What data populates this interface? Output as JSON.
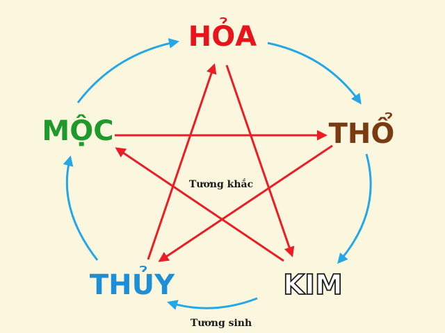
{
  "elements": {
    "hoa": {
      "label": "HỎA",
      "color": "#e8141b"
    },
    "tho": {
      "label": "THỔ",
      "color": "#7a3a12"
    },
    "kim": {
      "label": "KIM",
      "color": "#ffffff",
      "outline": "#1a1a1a"
    },
    "thuy": {
      "label": "THỦY",
      "color": "#1c8fd6"
    },
    "moc": {
      "label": "MỘC",
      "color": "#1e9a2c"
    }
  },
  "captions": {
    "inner": "Tương khắc",
    "outer": "Tương sinh"
  },
  "colors": {
    "cycle_arrow": "#23a7e6",
    "star_arrow": "#ec1c24",
    "background": "#fbf6de"
  }
}
